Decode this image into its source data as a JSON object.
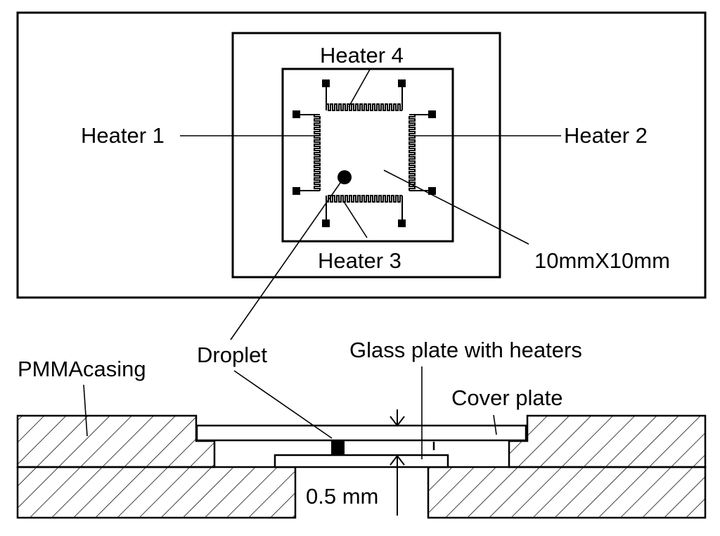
{
  "top_view": {
    "heater_1_label": "Heater 1",
    "heater_2_label": "Heater 2",
    "heater_3_label": "Heater 3",
    "heater_4_label": "Heater 4",
    "dimension_label": "10mmX10mm"
  },
  "cross_section": {
    "casing_label": "PMMAcasing",
    "droplet_label": "Droplet",
    "glass_plate_label": "Glass plate with heaters",
    "cover_plate_label": "Cover plate",
    "gap_label": "0.5 mm"
  },
  "colors": {
    "ink": "#000000",
    "background": "#ffffff"
  }
}
